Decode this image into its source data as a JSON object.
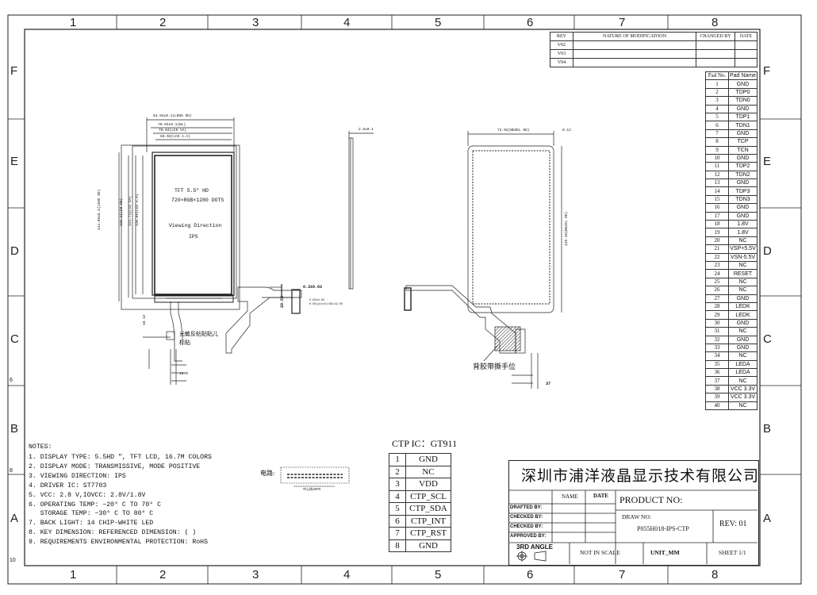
{
  "zones": {
    "columns": [
      "1",
      "2",
      "3",
      "4",
      "5",
      "6",
      "7",
      "8"
    ],
    "rows": [
      "F",
      "E",
      "D",
      "C",
      "B",
      "A"
    ],
    "left_marks": [
      "6",
      "8",
      "10"
    ]
  },
  "revision_table": {
    "headers": [
      "REV",
      "NATURE OF MODIFICATOON",
      "CHANGED BY",
      "DATE"
    ],
    "rows": [
      "V02",
      "V03",
      "V04"
    ]
  },
  "pad_table": {
    "headers": [
      "Pad No.",
      "Pad Name"
    ],
    "rows": [
      [
        "1",
        "GND"
      ],
      [
        "2",
        "TDP0"
      ],
      [
        "3",
        "TDN0"
      ],
      [
        "4",
        "GND"
      ],
      [
        "5",
        "TDP1"
      ],
      [
        "6",
        "TDN1"
      ],
      [
        "7",
        "GND"
      ],
      [
        "8",
        "TCP"
      ],
      [
        "9",
        "TCN"
      ],
      [
        "10",
        "GND"
      ],
      [
        "11",
        "TDP2"
      ],
      [
        "12",
        "TDN2"
      ],
      [
        "13",
        "GND"
      ],
      [
        "14",
        "TDP3"
      ],
      [
        "15",
        "TDN3"
      ],
      [
        "16",
        "GND"
      ],
      [
        "17",
        "GND"
      ],
      [
        "18",
        "1.8V"
      ],
      [
        "19",
        "1.8V"
      ],
      [
        "20",
        "NC"
      ],
      [
        "21",
        "VSP+5.5V"
      ],
      [
        "22",
        "VSN-5.5V"
      ],
      [
        "23",
        "NC"
      ],
      [
        "24",
        "RESET"
      ],
      [
        "25",
        "NC"
      ],
      [
        "26",
        "NC"
      ],
      [
        "27",
        "GND"
      ],
      [
        "28",
        "LEDK"
      ],
      [
        "29",
        "LEDK"
      ],
      [
        "30",
        "GND"
      ],
      [
        "31",
        "NC"
      ],
      [
        "32",
        "GND"
      ],
      [
        "33",
        "GND"
      ],
      [
        "34",
        "NC"
      ],
      [
        "35",
        "LEDA"
      ],
      [
        "36",
        "LEDA"
      ],
      [
        "37",
        "NC"
      ],
      [
        "38",
        "VCC 3.3V"
      ],
      [
        "39",
        "VCC 3.3V"
      ],
      [
        "40",
        "NC"
      ]
    ]
  },
  "ctp_table": {
    "title": "CTP IC：GT911",
    "rows": [
      [
        "1",
        "GND"
      ],
      [
        "2",
        "NC"
      ],
      [
        "3",
        "VDD"
      ],
      [
        "4",
        "CTP_SCL"
      ],
      [
        "5",
        "CTP_SDA"
      ],
      [
        "6",
        "CTP_INT"
      ],
      [
        "7",
        "CTP_RST"
      ],
      [
        "8",
        "GND"
      ]
    ]
  },
  "notes": {
    "title": "NOTES:",
    "items": [
      "1. DISPLAY TYPE: 5.5HD ″, TFT LCD, 16.7M COLORS",
      "2. DISPLAY MODE: TRANSMISSIVE, MODE POSITIVE",
      "3. VIEWING DIRECTION: IPS",
      "4. DRIVER IC: ST7703",
      "5. VCC: 2.8 V,IOVCC: 2.8V/1.8V",
      "6. OPERATING TEMP: −20° C TO 70° C",
      "   STORAGE TEMP: −30° C TO 80° C",
      "7. BACK LIGHT: 14 CHIP-WHITE LED",
      "8. KEY DIMENSION: REFERENCED DIMENSION: ( )",
      "9. REQUIREMENTS ENVIRONMENTAL PROTECTION: RoHS"
    ]
  },
  "front_view": {
    "dim_1": "84.04±0.1(LENS OD)",
    "dim_2": "70.92±0.1(BL)",
    "dim_3": "70.04(LCD VA)",
    "dim_4": "68.04(LCD A.A)",
    "vdim_1": "144.96±0.1(LENS OD)",
    "vdim_2": "126.2(LCD OD)",
    "vdim_3": "124.74(LCD VA)",
    "vdim_4": "120.96(LCD A.A)",
    "text_1": "TFT 5.5″ HD",
    "text_2": "720×RGB×1280 DOTS",
    "text_3": "Viewing Direction",
    "text_4": "IPS",
    "fpc_note": "光敏反帖贴贴儿",
    "fpc_note2": "标贴",
    "fpc_dim": "0.3±0.03",
    "fpc_width": "20.50",
    "fpc_pitch": "0.50±0.03",
    "fpc_pitch2": "0.50(pitch)×39=19.50",
    "fpc_dim_1": "10.12",
    "fpc_dim_2": "12.3"
  },
  "side_view": {
    "thickness": "2.5±0.1"
  },
  "back_view": {
    "dim_width": "72.92(BEZEL OD)",
    "dim_right": "0.12",
    "vdim": "128.16(BEZEL OD)",
    "label": "背胶带撕手位",
    "dim_bottom": "37"
  },
  "fpc_detail": {
    "label": "电路:",
    "sub": "中心线40PIN"
  },
  "title_block": {
    "company": "深圳市浦洋液晶显示技术有限公司",
    "name_label": "NAME",
    "date_label": "DATE",
    "product_label": "PRODUCT NO:",
    "drafted": "DRAFTED BY:",
    "checked1": "CHECKED BY:",
    "checked2": "CHECKED BY:",
    "approved": "APPROVED BY:",
    "draw_no_label": "DRAW NO:",
    "draw_no": "P055H018-IPS-CTP",
    "rev": "REV: 01",
    "angle": "3RD ANGLE",
    "scale": "NOT IN SCALE",
    "unit": "UNIT_MM",
    "sheet": "SHEET 1/1"
  }
}
